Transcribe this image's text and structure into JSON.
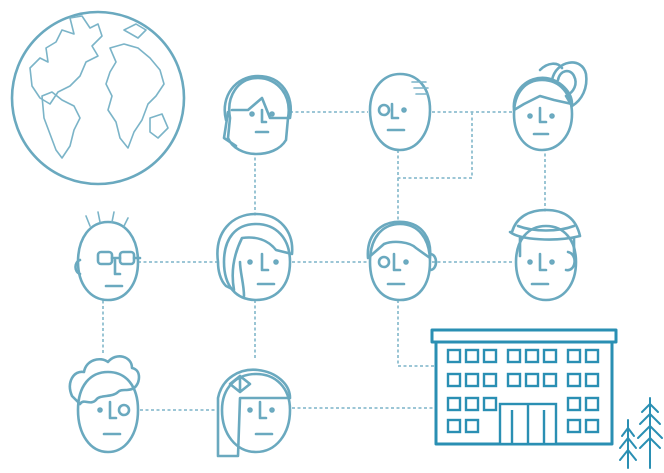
{
  "colors": {
    "line": "#6aa9bf",
    "connector": "#8fbfd0",
    "building": "#2a8fb3",
    "background": "#ffffff"
  },
  "people": [
    {
      "id": "woman-bob"
    },
    {
      "id": "bald-man"
    },
    {
      "id": "woman-ponytail"
    },
    {
      "id": "man-glasses"
    },
    {
      "id": "woman-center"
    },
    {
      "id": "man-center"
    },
    {
      "id": "man-hat"
    },
    {
      "id": "person-curly"
    },
    {
      "id": "girl-bow"
    }
  ],
  "icons": [
    "globe-icon",
    "building-icon",
    "tree-icon"
  ]
}
